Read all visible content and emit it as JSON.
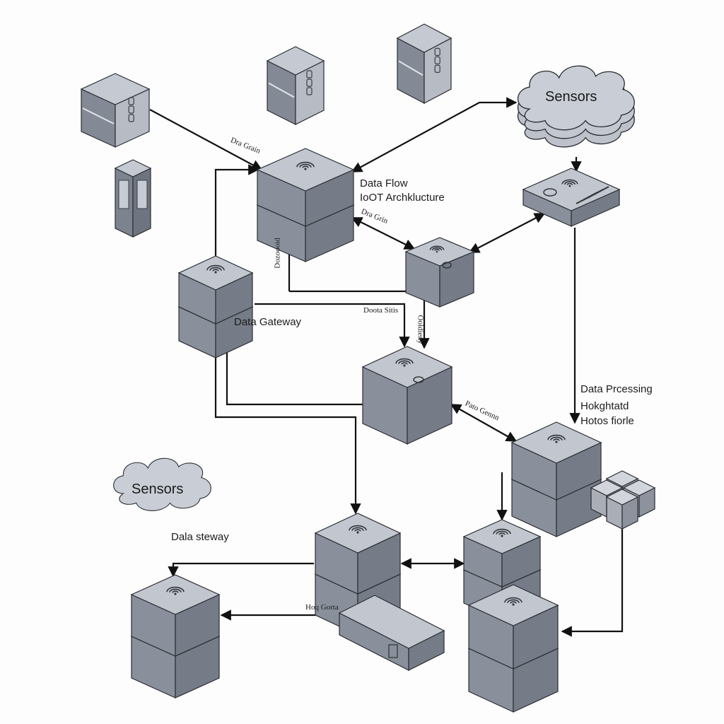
{
  "diagram": {
    "colors": {
      "background": "#fdfdfd",
      "device_top": "#c2c7cf",
      "device_left": "#8a909b",
      "device_right": "#767c87",
      "edge": "#2a2d33",
      "arrow": "#111111",
      "cloud_fill": "#c9ced6"
    },
    "clouds": [
      {
        "id": "sensors-cloud-top",
        "label": "Sensors",
        "stacked": true
      },
      {
        "id": "sensors-cloud-bottom",
        "label": "Sensors",
        "stacked": false
      }
    ],
    "devices": [
      {
        "id": "server-cube-1",
        "type": "server-cube",
        "glyph": "CU30"
      },
      {
        "id": "server-cube-2",
        "type": "server-cube",
        "glyph": "GOO3"
      },
      {
        "id": "server-cube-3",
        "type": "server-cube",
        "glyph": "GOAD"
      },
      {
        "id": "tower-kiosk",
        "type": "tower"
      },
      {
        "id": "gateway-main",
        "type": "wifi-box-double"
      },
      {
        "id": "sensor-hub",
        "type": "wifi-plate"
      },
      {
        "id": "gateway-left",
        "type": "wifi-box-double"
      },
      {
        "id": "router-small",
        "type": "wifi-box-small"
      },
      {
        "id": "processing-node",
        "type": "wifi-box-double"
      },
      {
        "id": "edge-node-right",
        "type": "wifi-box-double"
      },
      {
        "id": "cluster-cubes",
        "type": "cube-cluster"
      },
      {
        "id": "node-bottom-center",
        "type": "wifi-box-double"
      },
      {
        "id": "node-bottom-right-small",
        "type": "wifi-box-double"
      },
      {
        "id": "node-bottom-left",
        "type": "wifi-box-double"
      },
      {
        "id": "storage-block",
        "type": "flat-block"
      },
      {
        "id": "node-bottom-right",
        "type": "wifi-box-double"
      }
    ],
    "labels": {
      "data_flow": "Data Flow",
      "iot_architecture": "IoOT Archklucture",
      "data_chain_top": "Dra Grain",
      "data_chain_mid": "Dra Grin",
      "data_gateway": "Data Gateway",
      "data_stis": "Doota Sitis",
      "vertical_left": "Dozoooid",
      "vertical_right": "Ooldieny",
      "data_processing": "Data Prcessing",
      "processing_sub1": "Hokghtatd",
      "processing_sub2": "Hotos fiorle",
      "pato_gennn": "Pato Gennn",
      "data_steway": "Dala steway",
      "hog_gorta": "Hoq Gorta"
    }
  }
}
